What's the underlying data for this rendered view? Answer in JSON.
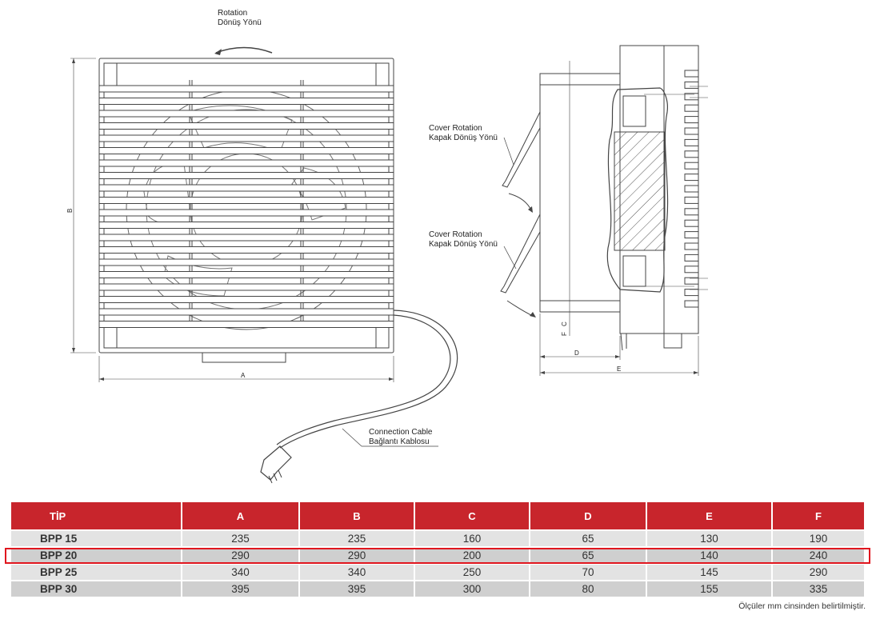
{
  "front_view": {
    "rotation_label_en": "Rotation",
    "rotation_label_tr": "Dönüş Yönü",
    "dimension_a": "A",
    "dimension_b": "B",
    "cable_label_en": "Connection Cable",
    "cable_label_tr": "Bağlantı Kablosu"
  },
  "side_view": {
    "cover_rotation_en": "Cover Rotation",
    "cover_rotation_tr": "Kapak Dönüş Yönü",
    "dimension_d": "D",
    "dimension_e": "E",
    "dimension_f": "F",
    "dimension_c": "C"
  },
  "table": {
    "headers": [
      "TİP",
      "A",
      "B",
      "C",
      "D",
      "E",
      "F"
    ],
    "rows": [
      [
        "BPP 15",
        "235",
        "235",
        "160",
        "65",
        "130",
        "190"
      ],
      [
        "BPP 20",
        "290",
        "290",
        "200",
        "65",
        "140",
        "240"
      ],
      [
        "BPP 25",
        "340",
        "340",
        "250",
        "70",
        "145",
        "290"
      ],
      [
        "BPP 30",
        "395",
        "395",
        "300",
        "80",
        "155",
        "335"
      ]
    ],
    "highlighted_row": "BPP 20",
    "header_color": "#c8252c",
    "highlight_color": "#e0161e"
  },
  "footnote": "Ölçüler mm cinsinden belirtilmiştir."
}
